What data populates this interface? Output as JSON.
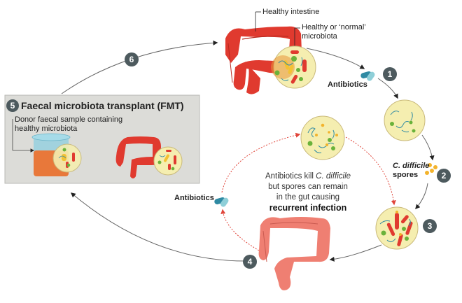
{
  "diagram": {
    "title": "Faecal microbiota transplant cycle for recurrent C. difficile infection",
    "colors": {
      "intestine_healthy": "#e03a2f",
      "intestine_inflamed": "#ef7f72",
      "microbiota_circle": "#f5eeb0",
      "pill": "#2f8aa3",
      "step_badge": "#4d5a5e",
      "recurrent_path": "#e0453a",
      "fmt_panel": "#dcdcd8"
    },
    "labels": {
      "healthy_intestine": "Healthy intestine",
      "healthy_microbiota_line1": "Healthy or ‘normal’",
      "healthy_microbiota_line2": "microbiota",
      "antibiotics_1": "Antibiotics",
      "cdiff_line1": "C. difficile",
      "cdiff_line2": "spores",
      "antibiotics_2": "Antibiotics",
      "fmt_title": "Faecal microbiota transplant (FMT)",
      "donor_line1": "Donor faecal sample containing",
      "donor_line2": "healthy microbiota",
      "center_line1_a": "Antibiotics kill ",
      "center_line1_b": "C. difficile",
      "center_line2": "but spores can remain",
      "center_line3": "in the gut causing",
      "center_line4": "recurrent infection"
    },
    "steps": [
      {
        "number": "1",
        "icon": "pill-icon",
        "label": "Antibiotics"
      },
      {
        "number": "2",
        "icon": "spores-icon",
        "label": "C. difficile spores"
      },
      {
        "number": "3",
        "icon": "infected-microbiota-icon",
        "label": ""
      },
      {
        "number": "4",
        "icon": "inflamed-intestine-icon",
        "label": ""
      },
      {
        "number": "5",
        "icon": "beaker-icon",
        "label": "Faecal microbiota transplant (FMT)"
      },
      {
        "number": "6",
        "icon": "healthy-intestine-icon",
        "label": ""
      }
    ]
  }
}
